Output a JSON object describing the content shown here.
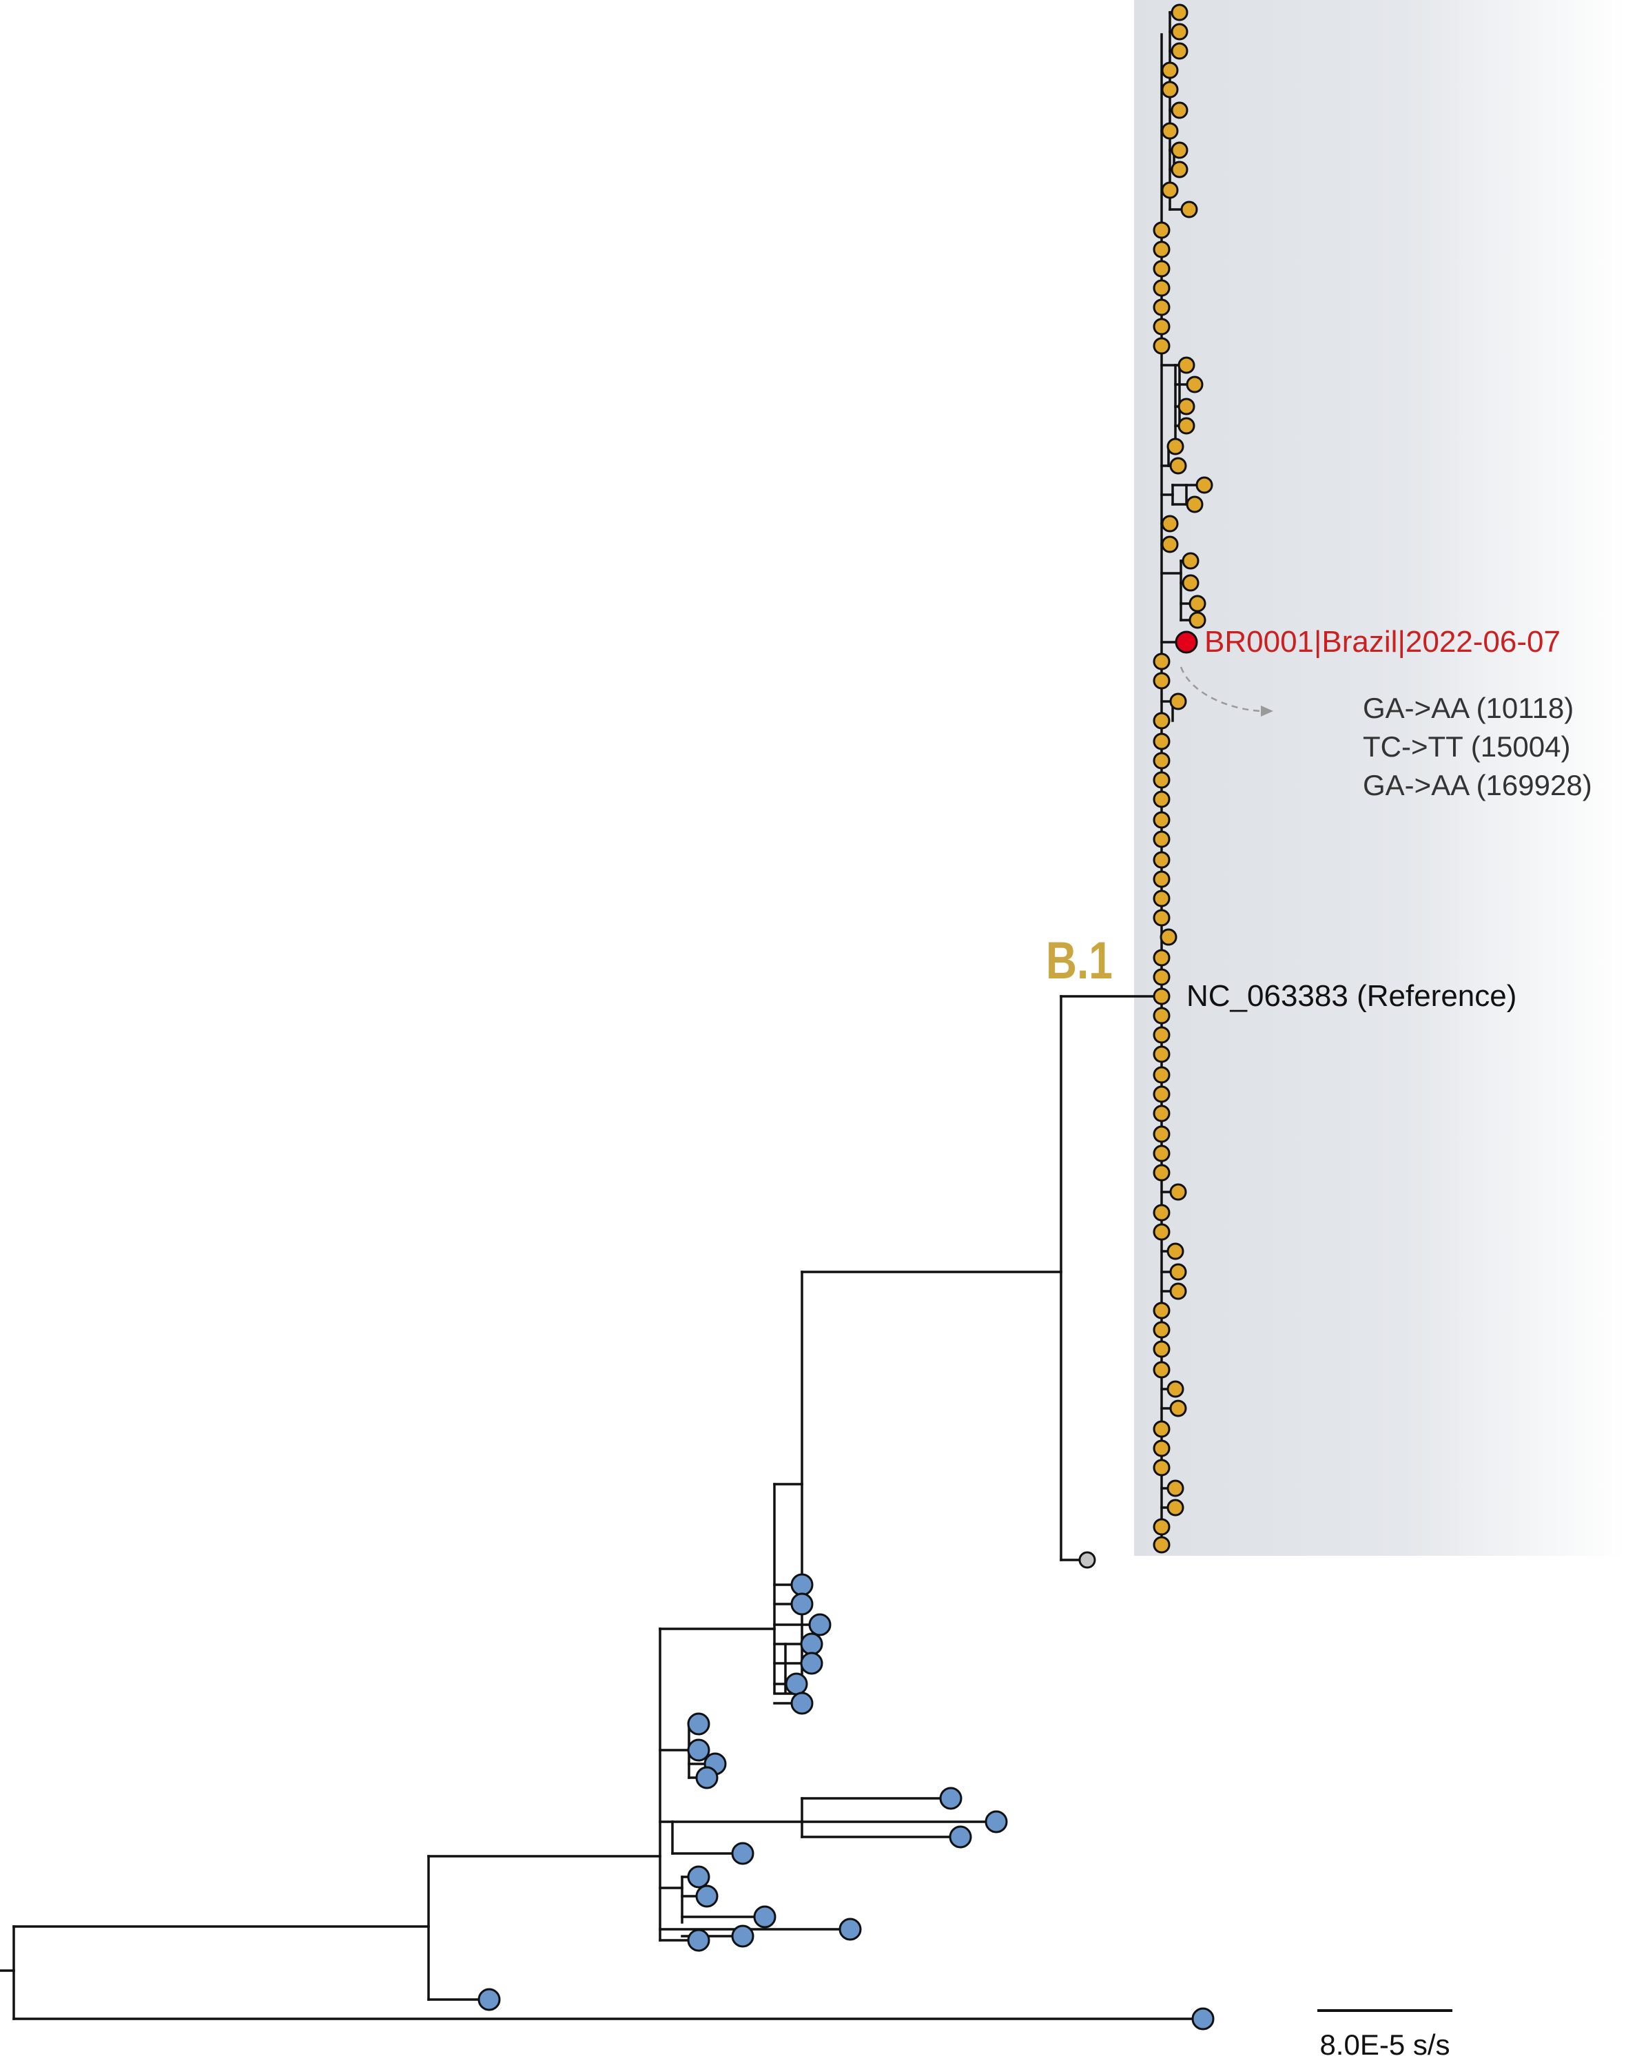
{
  "clade_label": "B.1",
  "highlight_tip_label": "BR0001|Brazil|2022-06-07",
  "reference_label": "NC_063383 (Reference)",
  "mutations": [
    "GA->AA (10118)",
    "TC->TT (15004)",
    "GA->AA (169928)"
  ],
  "scale_bar_label": "8.0E-5 s/s",
  "colors": {
    "b1_tips": "#e0a72a",
    "outgroup_tips": "#6a96cc",
    "highlight_tip": "#e3001b",
    "reference_sibling_tip": "#c4c4c4",
    "clade_shading": "#dde1e6",
    "clade_label": "#c9a640",
    "highlight_text": "#cc1f1f"
  }
}
